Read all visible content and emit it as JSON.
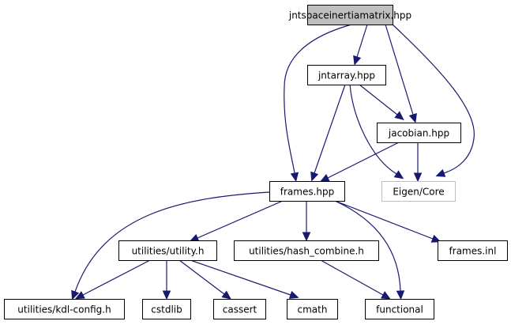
{
  "graph": {
    "title": "jntspaceinertiamatrix.hpp",
    "edge_color": "#191970",
    "root_fill": "#bfbfbf",
    "external_border": "#bfbfbf",
    "nodes": [
      {
        "id": "jntspaceinertiamatrix",
        "label": "jntspaceinertiamatrix.hpp",
        "style": "root"
      },
      {
        "id": "jntarray",
        "label": "jntarray.hpp",
        "style": "normal"
      },
      {
        "id": "jacobian",
        "label": "jacobian.hpp",
        "style": "normal"
      },
      {
        "id": "frames",
        "label": "frames.hpp",
        "style": "normal"
      },
      {
        "id": "eigen_core",
        "label": "Eigen/Core",
        "style": "external"
      },
      {
        "id": "utility",
        "label": "utilities/utility.h",
        "style": "normal"
      },
      {
        "id": "hash_combine",
        "label": "utilities/hash_combine.h",
        "style": "normal"
      },
      {
        "id": "frames_inl",
        "label": "frames.inl",
        "style": "normal"
      },
      {
        "id": "kdl_config",
        "label": "utilities/kdl-config.h",
        "style": "normal"
      },
      {
        "id": "cstdlib",
        "label": "cstdlib",
        "style": "normal"
      },
      {
        "id": "cassert",
        "label": "cassert",
        "style": "normal"
      },
      {
        "id": "cmath",
        "label": "cmath",
        "style": "normal"
      },
      {
        "id": "functional",
        "label": "functional",
        "style": "normal"
      }
    ],
    "edges": [
      {
        "from": "jntspaceinertiamatrix",
        "to": "jntarray"
      },
      {
        "from": "jntspaceinertiamatrix",
        "to": "frames"
      },
      {
        "from": "jntspaceinertiamatrix",
        "to": "jacobian"
      },
      {
        "from": "jntspaceinertiamatrix",
        "to": "eigen_core"
      },
      {
        "from": "jntarray",
        "to": "frames"
      },
      {
        "from": "jntarray",
        "to": "jacobian"
      },
      {
        "from": "jntarray",
        "to": "eigen_core"
      },
      {
        "from": "jacobian",
        "to": "frames"
      },
      {
        "from": "jacobian",
        "to": "eigen_core"
      },
      {
        "from": "frames",
        "to": "utility"
      },
      {
        "from": "frames",
        "to": "hash_combine"
      },
      {
        "from": "frames",
        "to": "frames_inl"
      },
      {
        "from": "frames",
        "to": "kdl_config"
      },
      {
        "from": "frames",
        "to": "functional"
      },
      {
        "from": "utility",
        "to": "kdl_config"
      },
      {
        "from": "utility",
        "to": "cstdlib"
      },
      {
        "from": "utility",
        "to": "cassert"
      },
      {
        "from": "utility",
        "to": "cmath"
      },
      {
        "from": "hash_combine",
        "to": "functional"
      }
    ]
  }
}
